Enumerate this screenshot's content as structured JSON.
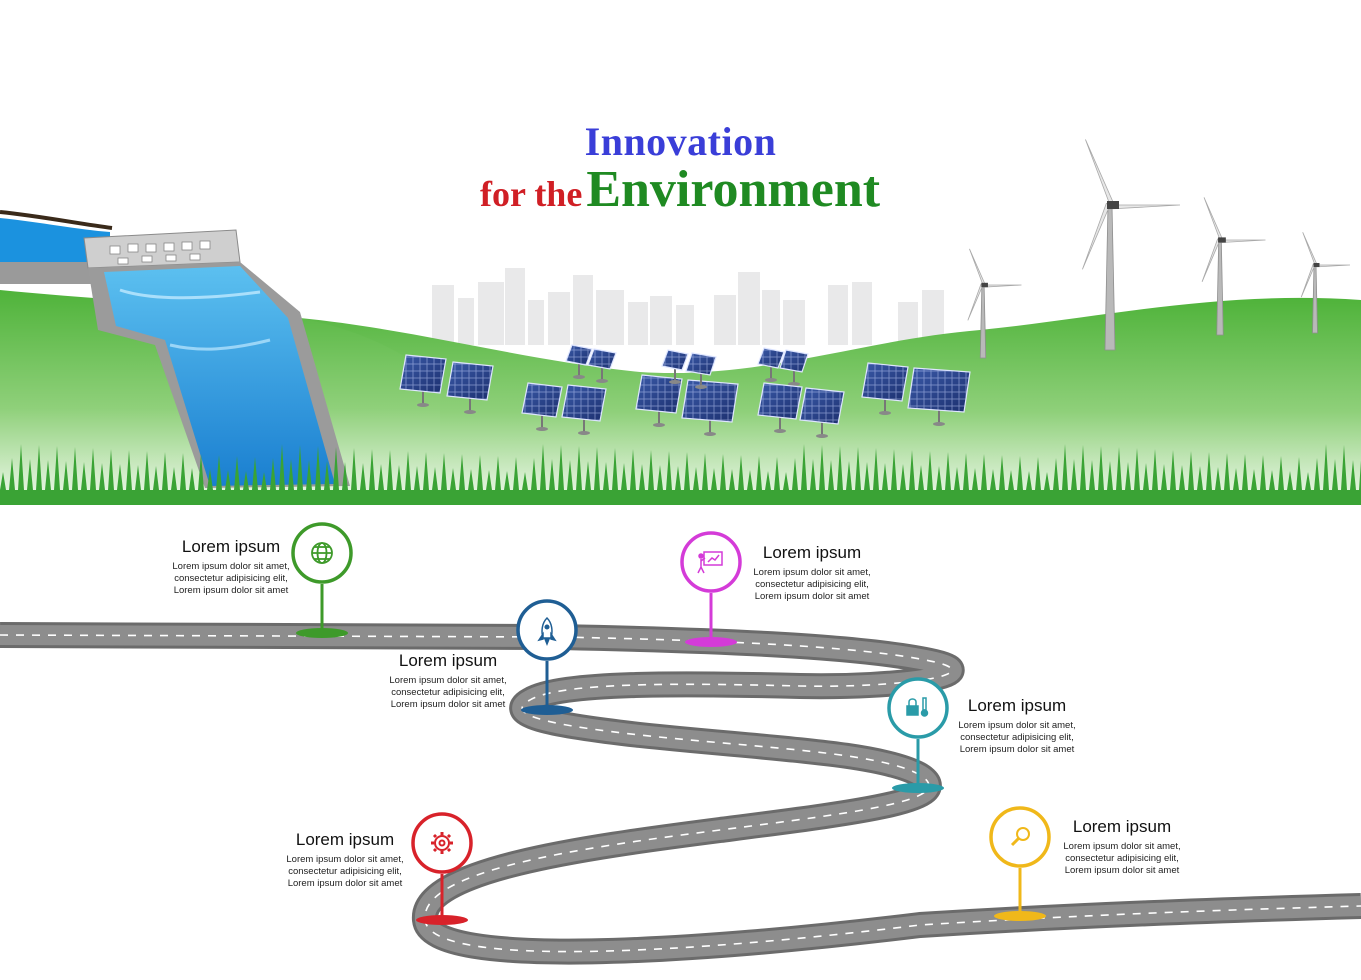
{
  "title": {
    "line1": "Innovation",
    "line2_prefix": "for the",
    "line2_main": "Environment"
  },
  "colors": {
    "title_blue": "#3a3ed8",
    "title_red": "#d01f25",
    "title_green": "#1f8a22",
    "grass": "#3aa335",
    "water": "#1f8bd6",
    "road": "#6f6f6f"
  },
  "milestones": [
    {
      "heading": "Lorem ipsum",
      "body": "Lorem ipsum dolor sit amet, consectetur adipisicing elit, Lorem ipsum dolor sit amet",
      "color": "#3e9a2a",
      "icon": "globe-icon"
    },
    {
      "heading": "Lorem ipsum",
      "body": "Lorem ipsum dolor sit amet, consectetur adipisicing elit, Lorem ipsum dolor sit amet",
      "color": "#1f5e94",
      "icon": "rocket-icon"
    },
    {
      "heading": "Lorem ipsum",
      "body": "Lorem ipsum dolor sit amet, consectetur adipisicing elit, Lorem ipsum dolor sit amet",
      "color": "#d43bd8",
      "icon": "presentation-icon"
    },
    {
      "heading": "Lorem ipsum",
      "body": "Lorem ipsum dolor sit amet, consectetur adipisicing elit, Lorem ipsum dolor sit amet",
      "color": "#2a9ba8",
      "icon": "lock-thermometer-icon"
    },
    {
      "heading": "Lorem ipsum",
      "body": "Lorem ipsum dolor sit amet, consectetur adipisicing elit, Lorem ipsum dolor sit amet",
      "color": "#d8222a",
      "icon": "gear-icon"
    },
    {
      "heading": "Lorem ipsum",
      "body": "Lorem ipsum dolor sit amet, consectetur adipisicing elit, Lorem ipsum dolor sit amet",
      "color": "#f0b81a",
      "icon": "magnifier-icon"
    }
  ]
}
